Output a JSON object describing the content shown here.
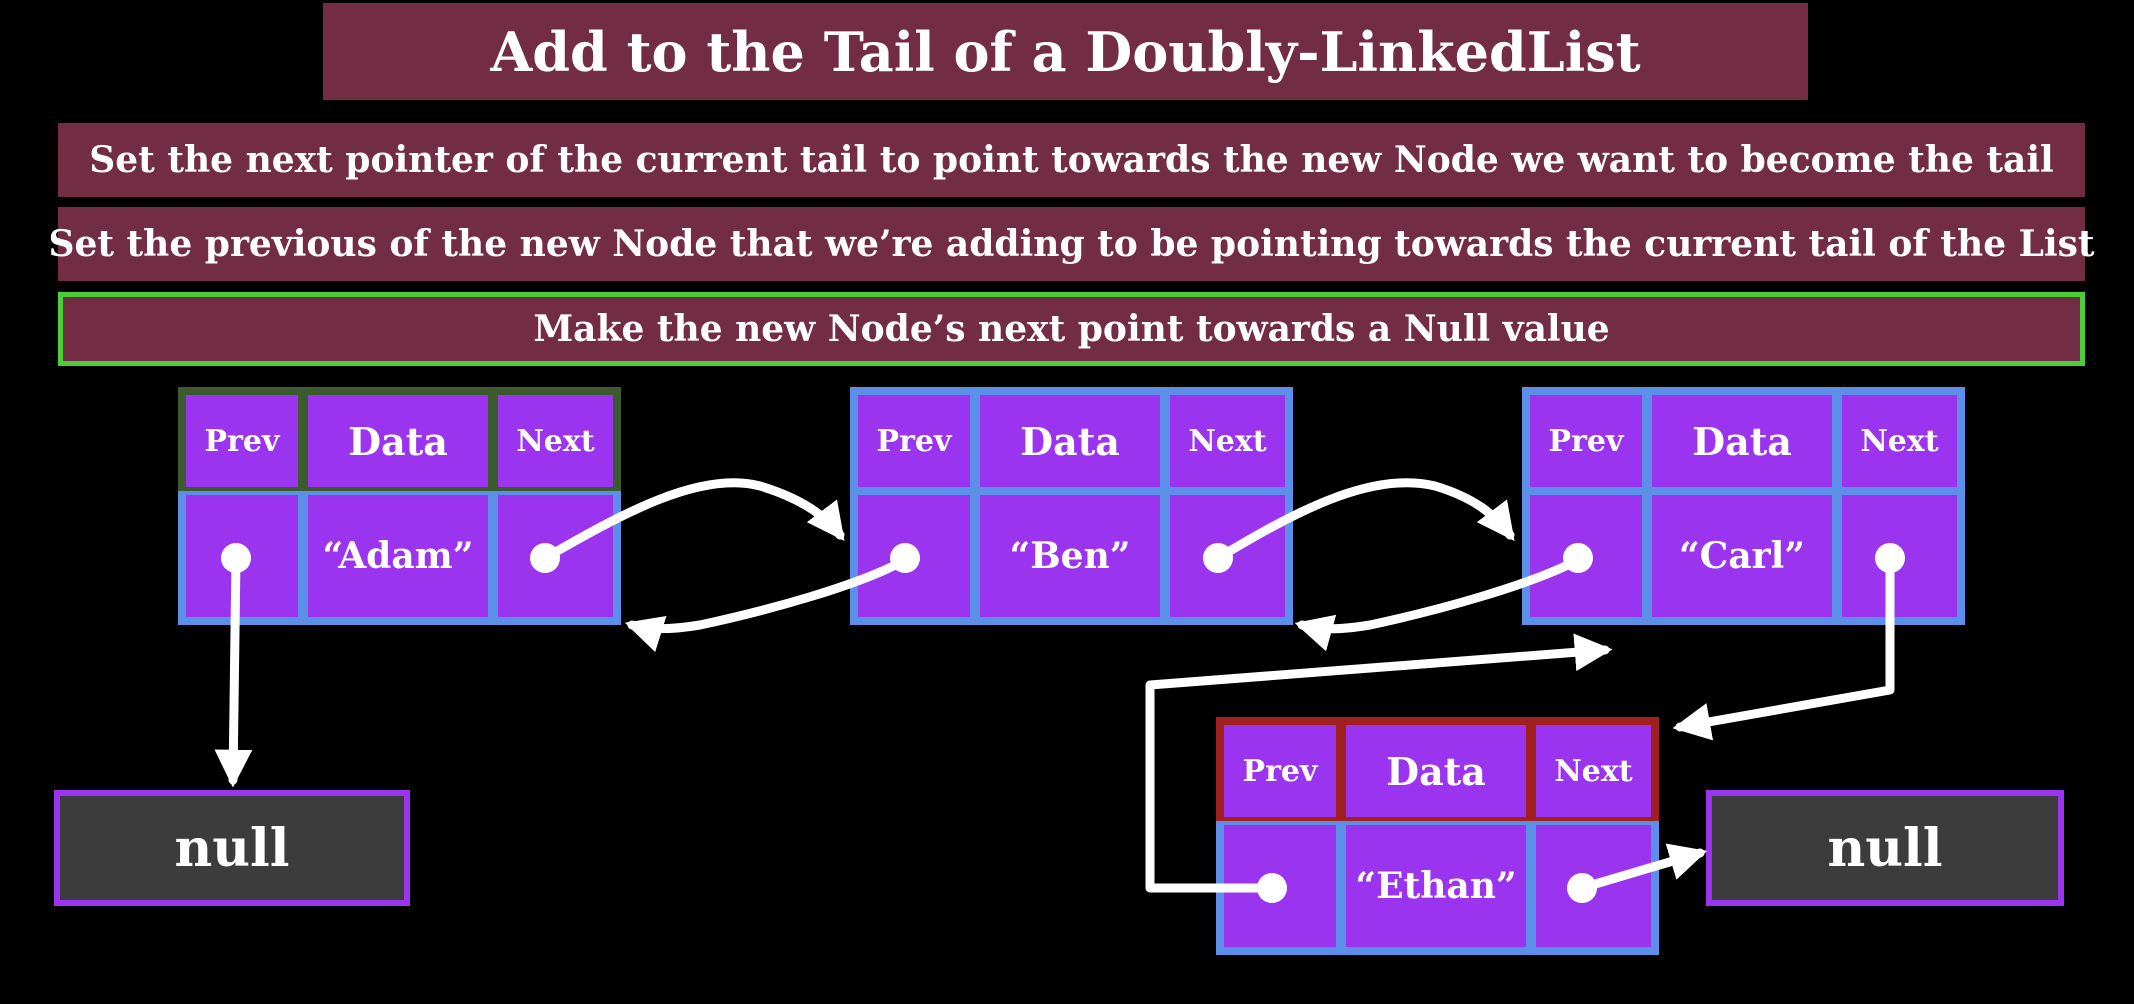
{
  "title": "Add to the Tail of a Doubly-LinkedList",
  "steps": [
    "Set the next pointer of the current tail to point towards the new Node we want to become the tail",
    "Set the previous of the new Node that we’re adding to be pointing towards the current tail of the List",
    "Make the new Node’s next point towards a Null value"
  ],
  "node_headers": {
    "prev": "Prev",
    "data": "Data",
    "next": "Next"
  },
  "nodes": [
    {
      "value": "“Adam”"
    },
    {
      "value": "“Ben”"
    },
    {
      "value": "“Carl”"
    },
    {
      "value": "“Ethan”"
    }
  ],
  "null_label": "null",
  "colors": {
    "banner": "#722d45",
    "active_step_border": "#4ccf36",
    "cell": "#9a34ef",
    "node_border": "#5b8fe8",
    "head_node_header_border": "#3b5a2d",
    "new_node_header_border": "#a01f1f",
    "null_box": "#3c3c3c",
    "arrow": "#ffffff"
  }
}
